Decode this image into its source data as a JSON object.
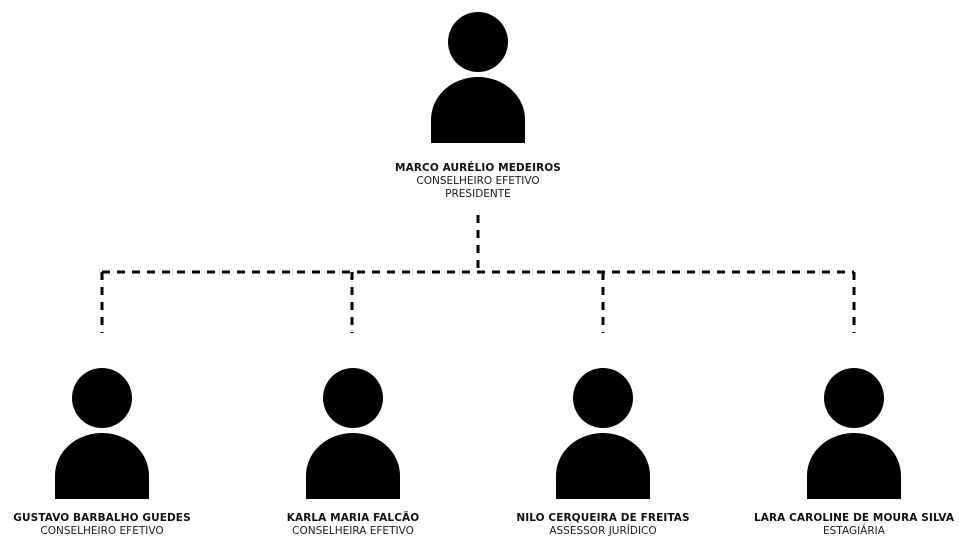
{
  "president": {
    "name": "MARCO AURÉLIO MEDEIROS",
    "role": "CONSELHEIRO EFETIVO",
    "title": "PRESIDENTE",
    "icon": "person-icon"
  },
  "members": [
    {
      "name": "GUSTAVO BARBALHO GUEDES",
      "role": "CONSELHEIRO EFETIVO",
      "icon": "person-icon"
    },
    {
      "name": "KARLA MARIA FALCÃO",
      "role": "CONSELHEIRA EFETIVO",
      "icon": "person-icon"
    },
    {
      "name": "NILO CERQUEIRA DE FREITAS",
      "role": "ASSESSOR JURÍDICO",
      "icon": "person-icon"
    },
    {
      "name": "LARA CAROLINE DE MOURA SILVA",
      "role": "ESTAGIÁRIA",
      "icon": "person-icon"
    }
  ],
  "colors": {
    "icon": "#000000",
    "line": "#000000",
    "background": "#ffffff"
  }
}
